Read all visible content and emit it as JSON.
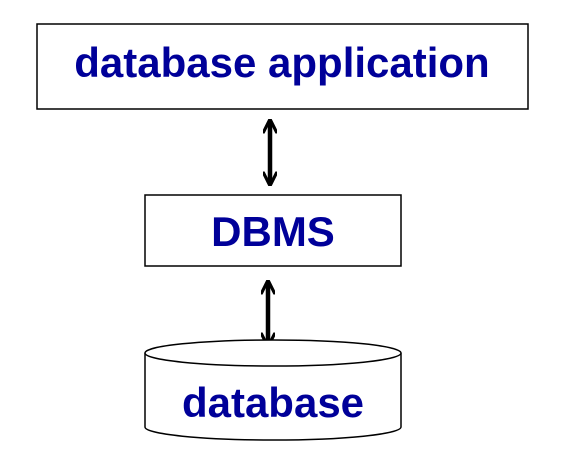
{
  "diagram": {
    "nodes": {
      "application": {
        "label": "database application"
      },
      "dbms": {
        "label": "DBMS"
      },
      "database": {
        "label": "database"
      }
    },
    "edges": [
      {
        "from": "application",
        "to": "dbms",
        "direction": "bidirectional"
      },
      {
        "from": "dbms",
        "to": "database",
        "direction": "bidirectional"
      }
    ],
    "colors": {
      "label": "#000099",
      "stroke": "#000000",
      "fill": "#ffffff"
    }
  }
}
